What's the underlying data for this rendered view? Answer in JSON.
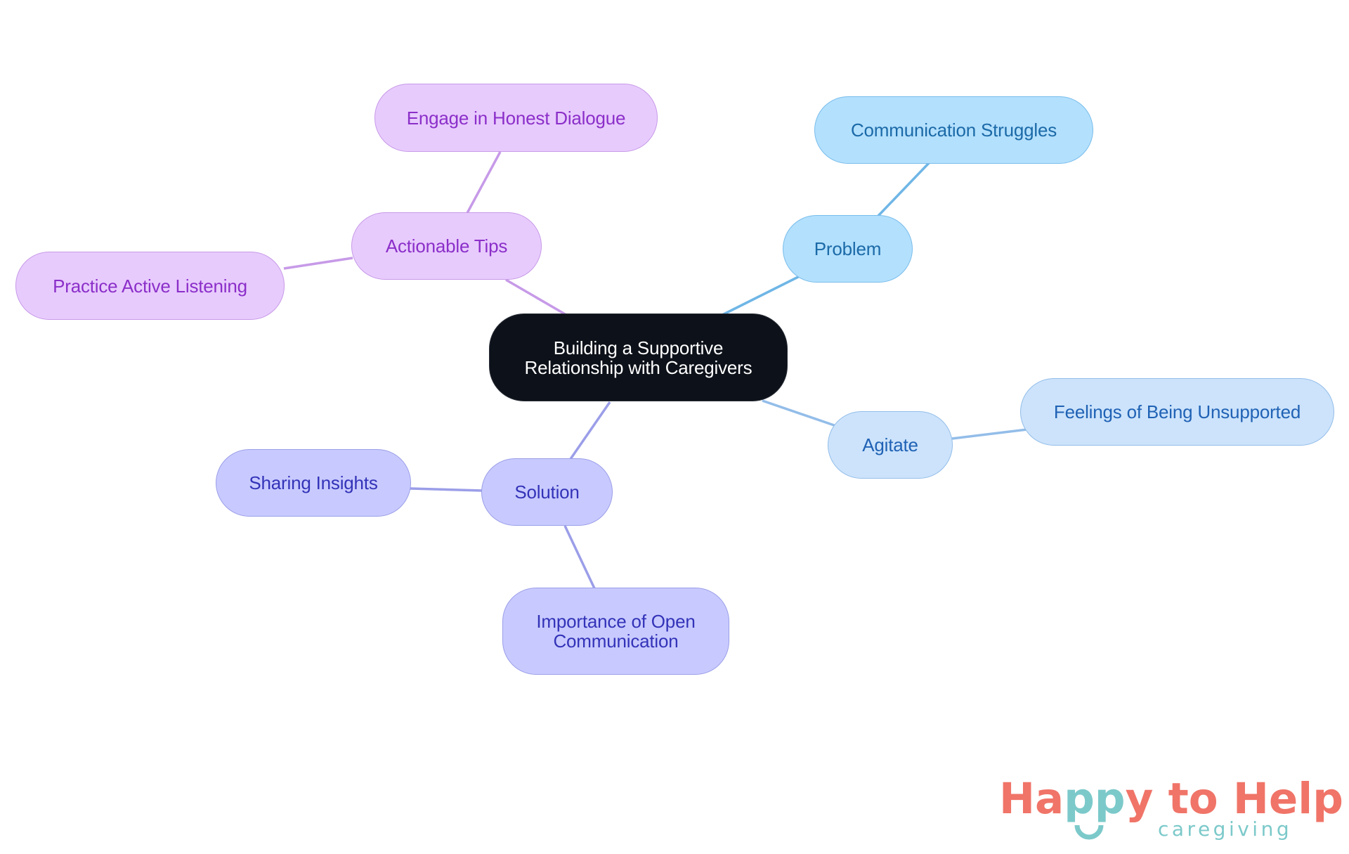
{
  "diagram": {
    "type": "mind-map",
    "root": {
      "label": "Building a Supportive\nRelationship with Caregivers",
      "color": "#0d1119",
      "text_color": "#ffffff"
    },
    "branches": [
      {
        "label": "Actionable Tips",
        "color": "#e8cbfd",
        "text_color": "#8b2fc9",
        "edge_color": "#c79ae8",
        "children": [
          {
            "label": "Engage in Honest Dialogue"
          },
          {
            "label": "Practice Active Listening"
          }
        ]
      },
      {
        "label": "Problem",
        "color": "#b3e0fd",
        "text_color": "#1b6aa8",
        "edge_color": "#6fb6e6",
        "children": [
          {
            "label": "Communication Struggles"
          }
        ]
      },
      {
        "label": "Agitate",
        "color": "#cce3fb",
        "text_color": "#2062b5",
        "edge_color": "#93bde9",
        "children": [
          {
            "label": "Feelings of Being Unsupported"
          }
        ]
      },
      {
        "label": "Solution",
        "color": "#c8caff",
        "text_color": "#3333b8",
        "edge_color": "#9b9ee8",
        "children": [
          {
            "label": "Sharing Insights"
          },
          {
            "label": "Importance of Open\nCommunication"
          }
        ]
      }
    ]
  },
  "logo": {
    "part_ha": "Ha",
    "part_pp": "pp",
    "part_rest": "y to Help",
    "subtitle": "caregiving",
    "primary_color": "#f07468",
    "accent_color": "#7cc9ca",
    "smile_icon": "smile-arc"
  }
}
